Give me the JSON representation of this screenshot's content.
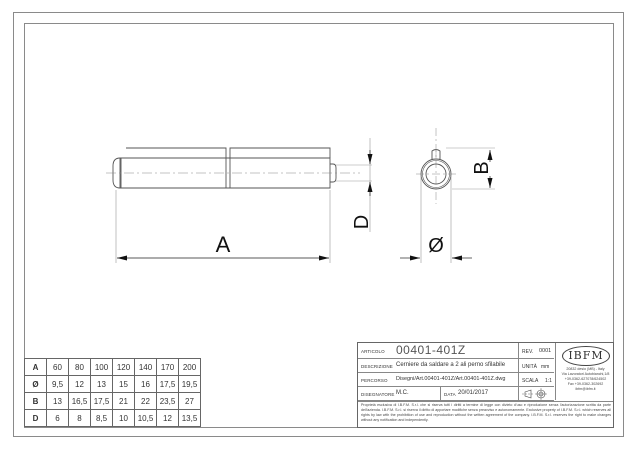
{
  "drawing": {
    "front_view": {
      "dimension_labels": {
        "length": "A",
        "diameter_pin": "D"
      }
    },
    "side_view": {
      "dimension_labels": {
        "height": "B",
        "diameter": "Ø"
      }
    }
  },
  "dimension_table": {
    "rows": [
      {
        "label": "A",
        "values": [
          "60",
          "80",
          "100",
          "120",
          "140",
          "170",
          "200"
        ]
      },
      {
        "label": "Ø",
        "values": [
          "9,5",
          "12",
          "13",
          "15",
          "16",
          "17,5",
          "19,5"
        ]
      },
      {
        "label": "B",
        "values": [
          "13",
          "16,5",
          "17,5",
          "21",
          "22",
          "23,5",
          "27"
        ]
      },
      {
        "label": "D",
        "values": [
          "6",
          "8",
          "8,5",
          "10",
          "10,5",
          "12",
          "13,5"
        ]
      }
    ]
  },
  "title_block": {
    "articolo_label": "ARTICOLO",
    "articolo_value": "00401-401Z",
    "descrizione_label": "DESCRIZIONE",
    "descrizione_value": "Cerniere da saldare a 2 ali perno sfilabile",
    "percorso_label": "PERCORSO",
    "percorso_value": "Disegni/Art.00401-401Z/Art.00401-401Z.dwg",
    "disegnatore_label": "DISEGNATORE",
    "disegnatore_value": "M.C.",
    "data_label": "DATA",
    "data_value": "20/01/2017",
    "rev_label": "REV.",
    "rev_value": "0001",
    "unita_label": "UNITÀ",
    "unita_value": "mm",
    "scala_label": "SCALA",
    "scala_value": "1:1",
    "projection_symbol": "first-angle-projection-icon",
    "logo_text": "IBFM",
    "address_lines": [
      "20832 desio (MB) - Italy",
      "Via Lavoratori Autobianchi,1/8",
      "+39-0362-627078/624502",
      "Fax +39-0362-302692",
      "ibfm@ibfm.it"
    ],
    "notes": "Proprietà esclusiva di I.B.F.M. S.r.l. che si riserva tutti i diritti a termine di legge con divieto d'uso e riproduzione senza l'autorizzazione scritta da parte dell'azienda. I.B.F.M. S.r.l. si riserva il diritto di apportare modifiche senza preavviso e autonomamente. Exclusive property of I.B.F.M. S.r.l. which reserves all rights by law with the prohibition of use and reproduction without the written agreement of the company. I.B.F.M. S.r.l. reserves the right to make changes without any notification and independently."
  }
}
